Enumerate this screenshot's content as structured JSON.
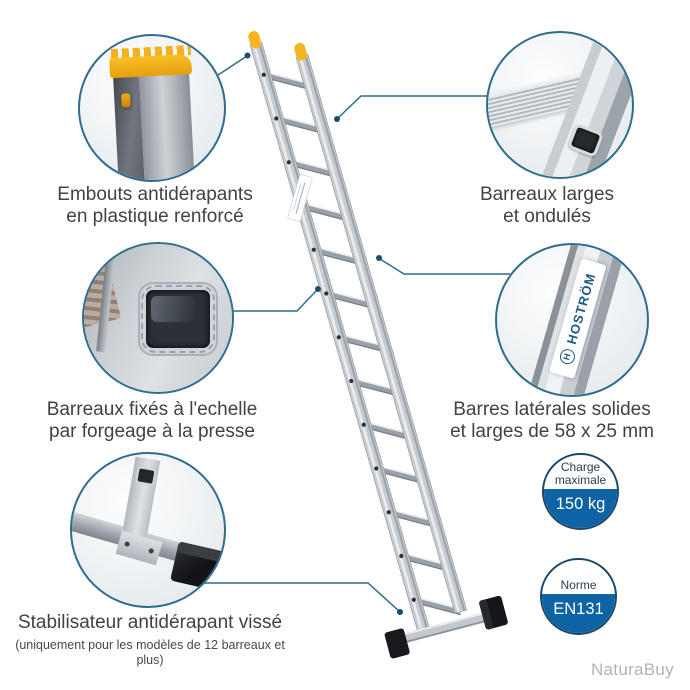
{
  "callouts": [
    {
      "id": "embouts",
      "line1": "Embouts antidérapants",
      "line2": "en plastique renforcé"
    },
    {
      "id": "barreaux-larges",
      "line1": "Barreaux larges",
      "line2": "et ondulés"
    },
    {
      "id": "forgeage",
      "line1": "Barreaux fixés à l'echelle",
      "line2": "par forgeage à la presse"
    },
    {
      "id": "barres-laterales",
      "line1": "Barres latérales solides",
      "line2": "et larges de 58 x 25 mm"
    },
    {
      "id": "stabilisateur",
      "line1": "Stabilisateur antidérapant vissé",
      "line2": "(uniquement pour les modèles de 12 barreaux et plus)"
    }
  ],
  "badges": [
    {
      "id": "charge",
      "title": "Charge maximale",
      "value": "150 kg"
    },
    {
      "id": "norme",
      "title": "Norme",
      "value": "EN131"
    }
  ],
  "brand": {
    "label": "HOSTRÖM",
    "icon_letter": "H"
  },
  "watermark": "NaturaBuy",
  "ladder": {
    "rung_count": 13
  },
  "colors": {
    "accent": "#2e6d8d",
    "badge_fill": "#0e63a4",
    "badge_border": "#1b4769",
    "yellow_cap": "#f4b51f",
    "text": "#3f4346"
  }
}
